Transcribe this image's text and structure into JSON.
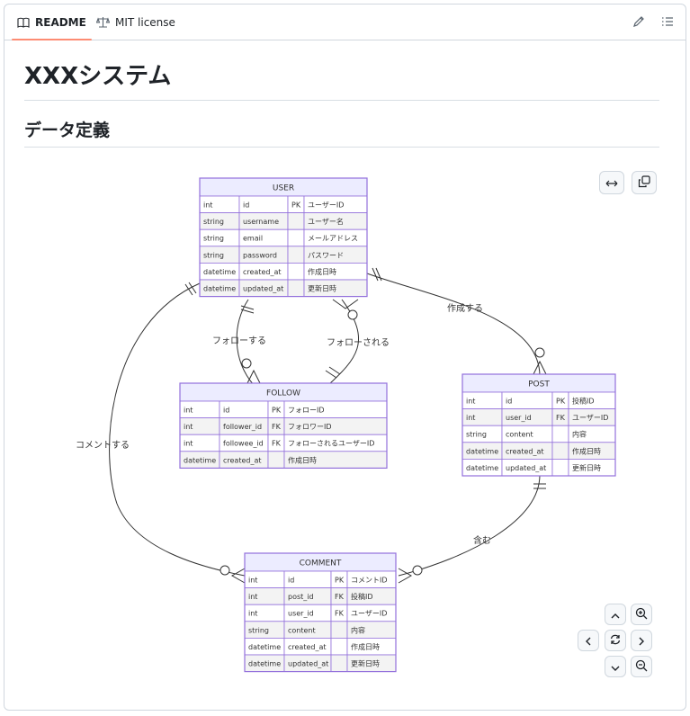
{
  "tabs": [
    {
      "label": "README",
      "icon": "book-icon"
    },
    {
      "label": "MIT license",
      "icon": "scale-icon"
    }
  ],
  "heading1": "XXXシステム",
  "heading2": "データ定義",
  "diagram": {
    "entities": [
      {
        "name": "USER",
        "rows": [
          [
            "int",
            "id",
            "PK",
            "ユーザーID"
          ],
          [
            "string",
            "username",
            "",
            "ユーザー名"
          ],
          [
            "string",
            "email",
            "",
            "メールアドレス"
          ],
          [
            "string",
            "password",
            "",
            "パスワード"
          ],
          [
            "datetime",
            "created_at",
            "",
            "作成日時"
          ],
          [
            "datetime",
            "updated_at",
            "",
            "更新日時"
          ]
        ]
      },
      {
        "name": "FOLLOW",
        "rows": [
          [
            "int",
            "id",
            "PK",
            "フォローID"
          ],
          [
            "int",
            "follower_id",
            "FK",
            "フォロワーID"
          ],
          [
            "int",
            "followee_id",
            "FK",
            "フォローされるユーザーID"
          ],
          [
            "datetime",
            "created_at",
            "",
            "作成日時"
          ]
        ]
      },
      {
        "name": "POST",
        "rows": [
          [
            "int",
            "id",
            "PK",
            "投稿ID"
          ],
          [
            "int",
            "user_id",
            "FK",
            "ユーザーID"
          ],
          [
            "string",
            "content",
            "",
            "内容"
          ],
          [
            "datetime",
            "created_at",
            "",
            "作成日時"
          ],
          [
            "datetime",
            "updated_at",
            "",
            "更新日時"
          ]
        ]
      },
      {
        "name": "COMMENT",
        "rows": [
          [
            "int",
            "id",
            "PK",
            "コメントID"
          ],
          [
            "int",
            "post_id",
            "FK",
            "投稿ID"
          ],
          [
            "int",
            "user_id",
            "FK",
            "ユーザーID"
          ],
          [
            "string",
            "content",
            "",
            "内容"
          ],
          [
            "datetime",
            "created_at",
            "",
            "作成日時"
          ],
          [
            "datetime",
            "updated_at",
            "",
            "更新日時"
          ]
        ]
      }
    ],
    "relationships": [
      {
        "label": "フォローする",
        "from": "USER",
        "to": "FOLLOW"
      },
      {
        "label": "フォローされる",
        "from": "USER",
        "to": "FOLLOW"
      },
      {
        "label": "作成する",
        "from": "USER",
        "to": "POST"
      },
      {
        "label": "コメントする",
        "from": "USER",
        "to": "COMMENT"
      },
      {
        "label": "含む",
        "from": "POST",
        "to": "COMMENT"
      }
    ],
    "colors": {
      "header_fill": "#ECECFF",
      "border": "#9370DB",
      "row_fill_odd": "#FFFFFF",
      "row_fill_even": "#F3F3F3"
    }
  },
  "toolbar_icons": [
    "pencil-icon",
    "list-icon"
  ],
  "diagram_controls": [
    "expand-icon",
    "copy-icon",
    "pan-up-icon",
    "zoom-in-icon",
    "pan-left-icon",
    "reset-icon",
    "pan-right-icon",
    "pan-down-icon",
    "zoom-out-icon"
  ]
}
